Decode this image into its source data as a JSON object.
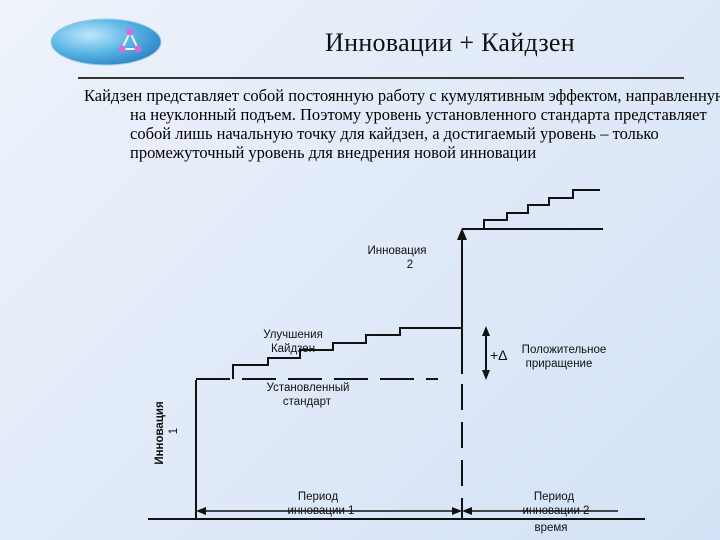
{
  "slide": {
    "title": "Инновации + Кайдзен",
    "body": "Кайдзен представляет собой постоянную работу с кумулятивным эффектом, направленную на неуклонный подъем. Поэтому уровень установленного стандарта представляет собой лишь начальную точку для кайдзен, а достигаемый уровень – только промежуточный уровень для внедрения новой инновации"
  },
  "diagram": {
    "innovation2": {
      "line1": "Инновация",
      "line2": "2"
    },
    "kaizen": {
      "line1": "Улучшения",
      "line2": "Кайдзен"
    },
    "delta": {
      "symbol": "+Δ",
      "line1": "Положительное",
      "line2": "приращение"
    },
    "standard": {
      "line1": "Установленный",
      "line2": "стандарт"
    },
    "innovation1": {
      "line1": "Инновация",
      "line2": "1"
    },
    "period1": {
      "line1": "Период",
      "line2": "инновации 1"
    },
    "period2": {
      "line1": "Период",
      "line2": "инновации 2"
    },
    "time_label": "время"
  },
  "colors": {
    "logo_fill": "#4aa6dc",
    "line": "#111111"
  }
}
